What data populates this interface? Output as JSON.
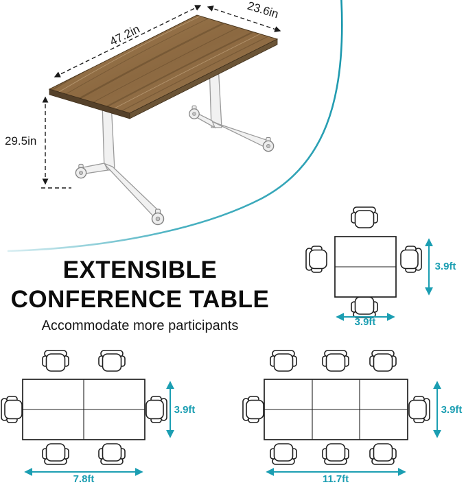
{
  "colors": {
    "accent": "#1b9eb2"
  },
  "table_3d": {
    "length_label": "47.2in",
    "width_label": "23.6in",
    "height_label": "29.5in"
  },
  "heading": {
    "line1": "EXTENSIBLE",
    "line2": "CONFERENCE TABLE",
    "subtitle": "Accommodate more participants"
  },
  "layouts": {
    "square": {
      "seats": 4,
      "width_label": "3.9ft",
      "height_label": "3.9ft"
    },
    "medium": {
      "seats": 6,
      "width_label": "7.8ft",
      "height_label": "3.9ft"
    },
    "large": {
      "seats": 8,
      "width_label": "11.7ft",
      "height_label": "3.9ft"
    }
  }
}
